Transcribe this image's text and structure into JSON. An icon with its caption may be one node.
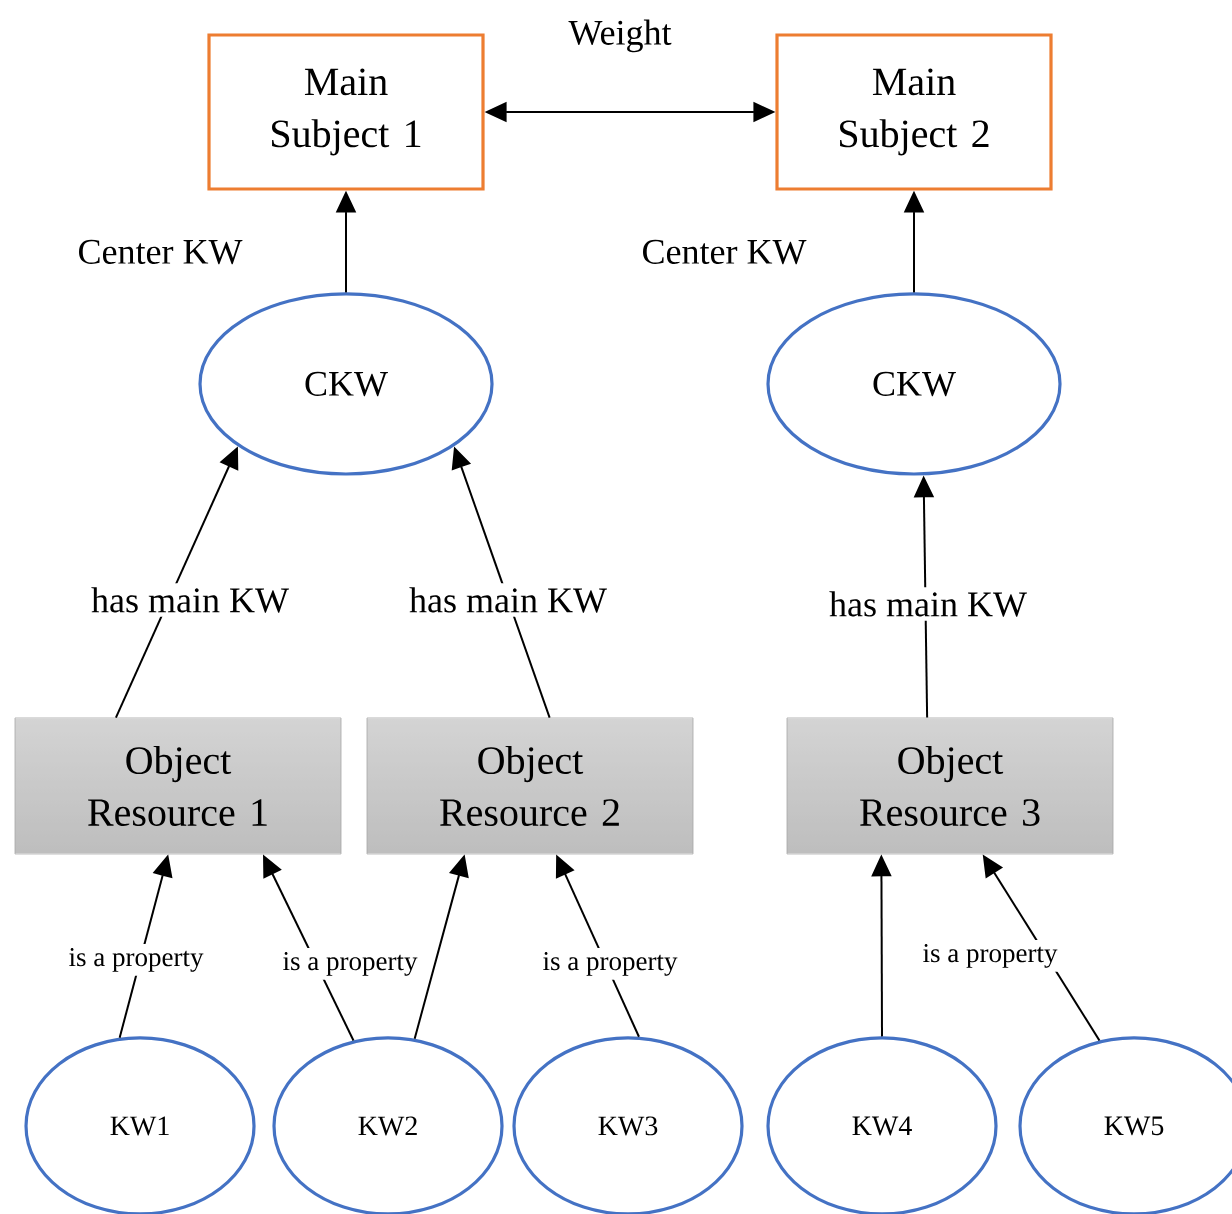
{
  "diagram": {
    "nodes": [
      {
        "text": [
          "Main Subject 1"
        ]
      },
      {
        "text": [
          "Main Subject 2"
        ]
      },
      {
        "text": [
          "CKW"
        ]
      },
      {
        "text": [
          "CKW"
        ]
      },
      {
        "text": [
          "Object Resource 1"
        ]
      },
      {
        "text": [
          "Object Resource 2"
        ]
      },
      {
        "text": [
          "Object Resource 3"
        ]
      },
      {
        "text": [
          "KW1"
        ]
      },
      {
        "text": [
          "KW2"
        ]
      },
      {
        "text": [
          "KW3"
        ]
      },
      {
        "text": [
          "KW4"
        ]
      },
      {
        "text": [
          "KW5"
        ]
      }
    ],
    "edges": [
      {
        "from": 0,
        "to": 1,
        "arrow": "both",
        "label": "Weight"
      },
      {
        "from": 2,
        "to": 0,
        "arrow": "to",
        "label": "Center KW"
      },
      {
        "from": 3,
        "to": 1,
        "arrow": "to",
        "label": "Center KW"
      },
      {
        "from": 4,
        "to": 2,
        "arrow": "to",
        "label": "has main KW"
      },
      {
        "from": 5,
        "to": 2,
        "arrow": "to",
        "label": "has main KW"
      },
      {
        "from": 6,
        "to": 3,
        "arrow": "to",
        "label": "has main KW"
      },
      {
        "from": 7,
        "to": 4,
        "arrow": "to",
        "label": "is a property"
      },
      {
        "from": 8,
        "to": 4,
        "arrow": "to",
        "label": "is a property"
      },
      {
        "from": 8,
        "to": 5,
        "arrow": "to"
      },
      {
        "from": 9,
        "to": 5,
        "arrow": "to",
        "label": "is a property"
      },
      {
        "from": 10,
        "to": 6,
        "arrow": "to"
      },
      {
        "from": 11,
        "to": 6,
        "arrow": "to",
        "label": "is a property"
      }
    ]
  }
}
